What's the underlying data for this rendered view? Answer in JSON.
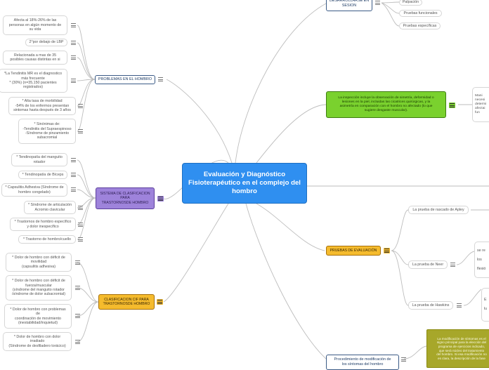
{
  "center": {
    "title": "Evaluación y Diagnóstico Fisioterapéutico en el complejo del hombro"
  },
  "top_branch": {
    "title": "DESARROLLARSE EN\nSESION",
    "items": [
      "Palpación",
      "Pruebas funcionales",
      "Pruebas específicas"
    ]
  },
  "problemas": {
    "title": "PROBLEMAS EN EL HOMBRO",
    "items": [
      "Afecta al 18%-26% de las\npersonas en algún momento de\nsu vida",
      "2°por debajo de LBP",
      "Relacionada a mas de 35\nposibles causas distintas en si",
      "*La Tendinitis MR es el diagnostico\nmás frecuente\n* (30%) (n=35,150 pacientes\nregistrados)",
      "* Alta tasa de morbilidad\n-54% de los enfermos presentan\nsintomas hasta después de 3 años",
      "* Sinónimas de:\n-Tendinitis del Supraespinoso\n-Síndrome de pinzamiento\nsubacromial"
    ]
  },
  "sistema": {
    "title": "SISTEMA DE CLASIFICACION\nPARA\nTRASTORNOSDE HOMBRO",
    "items": [
      "* Tendinopatía del manguito\nrotador",
      "* Tendinopatía de Bíceps",
      "* Capsulitis Adhesiva (Síndrome de\nhombro congelado)",
      "* Síndrome de articulación\nAcromio clavicular",
      "* Trastornos de hombro específico\ny dolor inespecífico",
      "* Trastorno de hombro/cuello"
    ]
  },
  "clasificacion": {
    "title": "CLASIFICACION CIF PARA\nTRASTORNOSDE HOMBRO",
    "items": [
      "* Dolor de hombro con déficit de\nmovilidad\n(capsulitis adhesiva)",
      "* Dolor de hombro con déficit de\nfuerza/muscular\n(síndrome del manguito rotador\n/síndrome de dolor subacromial)",
      "* Dolor de hombro con problemas\nde\ncoordinación de movimiento\n(inestabilidad/inquietud)",
      "* Dolor de hombro con dolor\nirradiado\n(Síndrome de desfiladero torácico)"
    ]
  },
  "inspeccion": {
    "title": "La inspección incluye la observación de simetría, deformidad o\nlesiones en la piel, incluidas las cicatrices quirúrgicas, y la\nasimetría en comparación con el hombro no afectado (lo que\nsugiere desgaste muscular).",
    "side_text": "Mani\nnecesi\ndetermi\nafectai\nfun"
  },
  "pruebas": {
    "title": "PRUEBAS DE EVALUACIÓN",
    "items": [
      "La prueba de rascado de Apley",
      "La prueba de Neer",
      "La prueba de Hawkins"
    ],
    "neer_text": "se re\n\nlos\n\nflexió",
    "hawkins_text": "E\n\nlu"
  },
  "procedimiento": {
    "title": "Procedimiento de modificación de\nlos síntomas del hombro",
    "note": "La modificación de síntomas es el\nsigno principal para la elección del\nprograma de ejercicios indicado,\nque será núcleo del tratamiento\ndel hombro. Si esa modificación no\nes clara, la descripción de la fase"
  },
  "colors": {
    "center": "#2f8ff0",
    "sistema": "#9e83db",
    "pruebas": "#f5bb2d",
    "inspeccion": "#7ad12e",
    "note": "#a7a72a",
    "header_border": "#3b5b86",
    "connector": "#bdbdbd"
  },
  "icons": {
    "collapse": "menu-lines-icon"
  }
}
